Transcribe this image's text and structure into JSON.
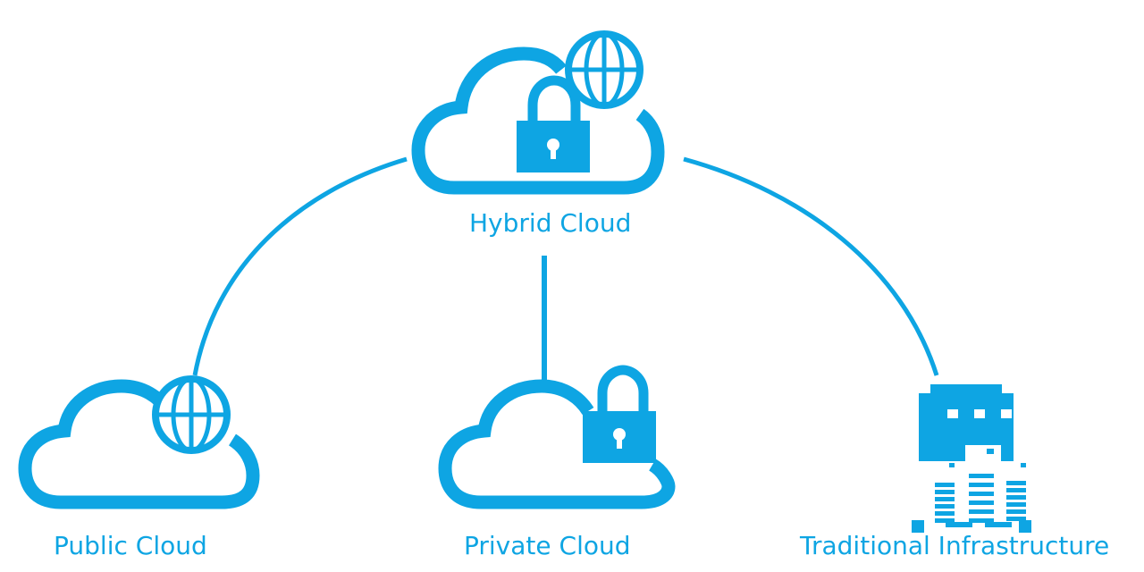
{
  "accent_color": "#0ea5e3",
  "nodes": {
    "hybrid": {
      "label": "Hybrid Cloud",
      "icon": "cloud-lock-globe-icon"
    },
    "public": {
      "label": "Public Cloud",
      "icon": "cloud-globe-icon"
    },
    "private": {
      "label": "Private Cloud",
      "icon": "cloud-lock-icon"
    },
    "traditional": {
      "label": "Traditional Infrastructure",
      "icon": "building-server-icon"
    }
  },
  "edges": [
    {
      "from": "hybrid",
      "to": "public"
    },
    {
      "from": "hybrid",
      "to": "private"
    },
    {
      "from": "hybrid",
      "to": "traditional"
    }
  ]
}
